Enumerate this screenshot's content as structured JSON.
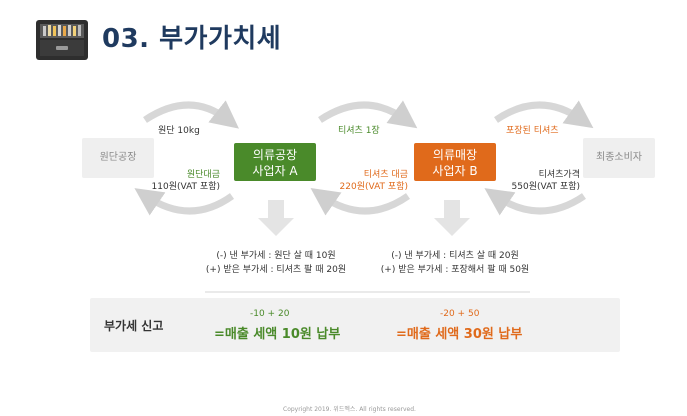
{
  "header": {
    "title": "03. 부가가치세"
  },
  "nodes": {
    "fabric_factory": "원단공장",
    "garment_a": [
      "의류공장",
      "사업자 A"
    ],
    "retail_b": [
      "의류매장",
      "사업자 B"
    ],
    "consumer": "최종소비자"
  },
  "flows": {
    "fabric_goods": "원단 10kg",
    "fabric_payment": [
      "원단대금",
      "110원(VAT 포함)"
    ],
    "tshirt_goods": "티셔츠 1장",
    "tshirt_payment": [
      "티셔츠 대금",
      "220원(VAT 포함)"
    ],
    "packaged_goods": "포장된 티셔츠",
    "retail_payment": [
      "티셔츠가격",
      "550원(VAT 포함)"
    ]
  },
  "notes": {
    "a": [
      "(-) 낸 부가세 : 원단 살 때 10원",
      "(+) 받은 부가세 : 티셔츠 팔 때 20원"
    ],
    "b": [
      "(-) 낸 부가세 : 티셔츠 살 때 20원",
      "(+) 받은 부가세 : 포장해서 팔 때 50원"
    ]
  },
  "filing": {
    "label": "부가세 신고",
    "a_calc": "-10 + 20",
    "a_result": "=매출 세액 10원 납부",
    "b_calc": "-20 + 50",
    "b_result": "=매출 세액 30원 납부"
  },
  "footer": {
    "copyright": "Copyright 2019. 위드멕스. All rights reserved."
  },
  "colors": {
    "title": "#1f3a5f",
    "green": "#4a8a2a",
    "orange": "#e06a1b",
    "arrow": "#cfcfcf"
  },
  "icons": {
    "header": "file-cabinet-icon"
  }
}
